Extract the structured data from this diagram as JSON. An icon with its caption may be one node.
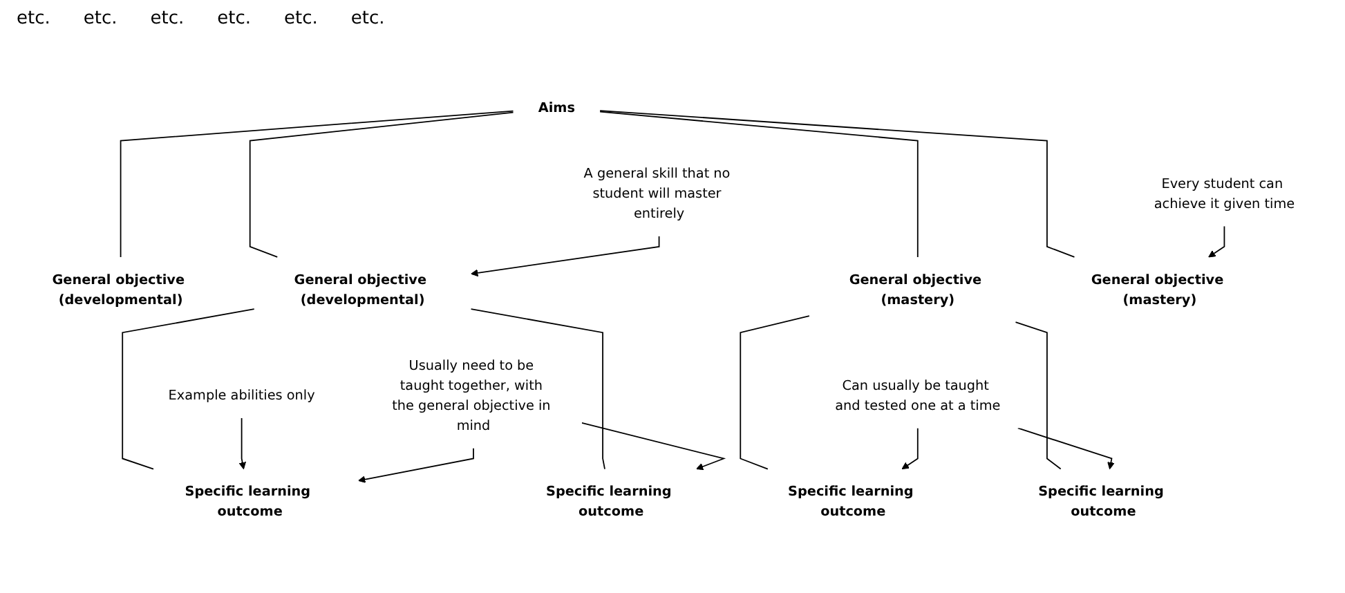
{
  "diagram": {
    "nodes": [
      {
        "text": [
          "Aims"
        ]
      },
      {
        "text": [
          "General objective (developmental)"
        ]
      },
      {
        "text": [
          "General objective (developmental)"
        ]
      },
      {
        "text": [
          "General objective (mastery)"
        ]
      },
      {
        "text": [
          "General objective (mastery)"
        ]
      },
      {
        "text": [
          "Specific learning outcome"
        ]
      },
      {
        "text": [
          "Specific learning outcome"
        ]
      },
      {
        "text": [
          "Specific learning outcome"
        ]
      },
      {
        "text": [
          "Specific learning outcome"
        ]
      },
      {
        "text": [
          "A general skill that no student will master entirely"
        ]
      },
      {
        "text": [
          "Every student can achieve it given time"
        ]
      },
      {
        "text": [
          "Example abilities only"
        ]
      },
      {
        "text": [
          "Usually need to be taught together, with the general objective in mind"
        ]
      },
      {
        "text": [
          "Can usually be taught and tested one at a time"
        ]
      }
    ],
    "edges": [
      {
        "from": 0,
        "to": 1,
        "arrow": "none"
      },
      {
        "from": 0,
        "to": 2,
        "arrow": "none"
      },
      {
        "from": 0,
        "to": 3,
        "arrow": "none"
      },
      {
        "from": 0,
        "to": 4,
        "arrow": "none"
      },
      {
        "from": 2,
        "to": 5,
        "arrow": "none"
      },
      {
        "from": 2,
        "to": 6,
        "arrow": "none"
      },
      {
        "from": 3,
        "to": 7,
        "arrow": "none"
      },
      {
        "from": 3,
        "to": 8,
        "arrow": "none"
      },
      {
        "from": 9,
        "to": 2,
        "arrow": "to"
      },
      {
        "from": 10,
        "to": 4,
        "arrow": "to"
      },
      {
        "from": 11,
        "to": 5,
        "arrow": "to"
      },
      {
        "from": 12,
        "to": 5,
        "arrow": "to"
      },
      {
        "from": 12,
        "to": 6,
        "arrow": "to"
      },
      {
        "from": 13,
        "to": 7,
        "arrow": "to"
      },
      {
        "from": 13,
        "to": 8,
        "arrow": "to"
      }
    ],
    "labels": [
      "etc.",
      "etc.",
      "etc.",
      "etc.",
      "etc.",
      "etc."
    ]
  }
}
